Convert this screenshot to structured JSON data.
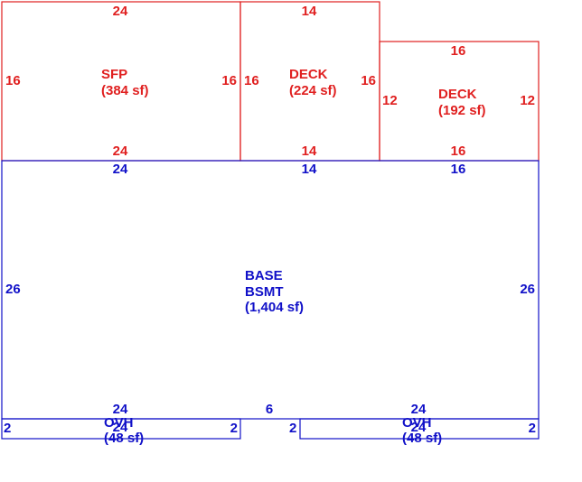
{
  "colors": {
    "upper": "#e02020",
    "base": "#1010c8",
    "background": "#ffffff"
  },
  "areas": {
    "sfp": {
      "name": "SFP",
      "area": "(384 sf)",
      "dims": {
        "top": "24",
        "bottom": "24",
        "left": "16",
        "right": "16"
      }
    },
    "deck1": {
      "name": "DECK",
      "area": "(224 sf)",
      "dims": {
        "top": "14",
        "bottom": "14",
        "left": "16",
        "right": "16"
      }
    },
    "deck2": {
      "name": "DECK",
      "area": "(192 sf)",
      "dims": {
        "top": "16",
        "bottom": "16",
        "left": "12",
        "right": "12"
      }
    },
    "base": {
      "name": "BASE",
      "name2": "BSMT",
      "area": "(1,404 sf)",
      "dims": {
        "top_a": "24",
        "top_b": "14",
        "top_c": "16",
        "left": "26",
        "right": "26",
        "bottom_mid": "6"
      }
    },
    "ovh1": {
      "name": "OVH",
      "area": "(48 sf)",
      "dims": {
        "top": "24",
        "top_overlap": "24",
        "left": "2",
        "right": "2"
      }
    },
    "ovh2": {
      "name": "OVH",
      "area": "(48 sf)",
      "dims": {
        "top": "24",
        "top_overlap": "24",
        "left": "2",
        "right": "2"
      }
    }
  }
}
